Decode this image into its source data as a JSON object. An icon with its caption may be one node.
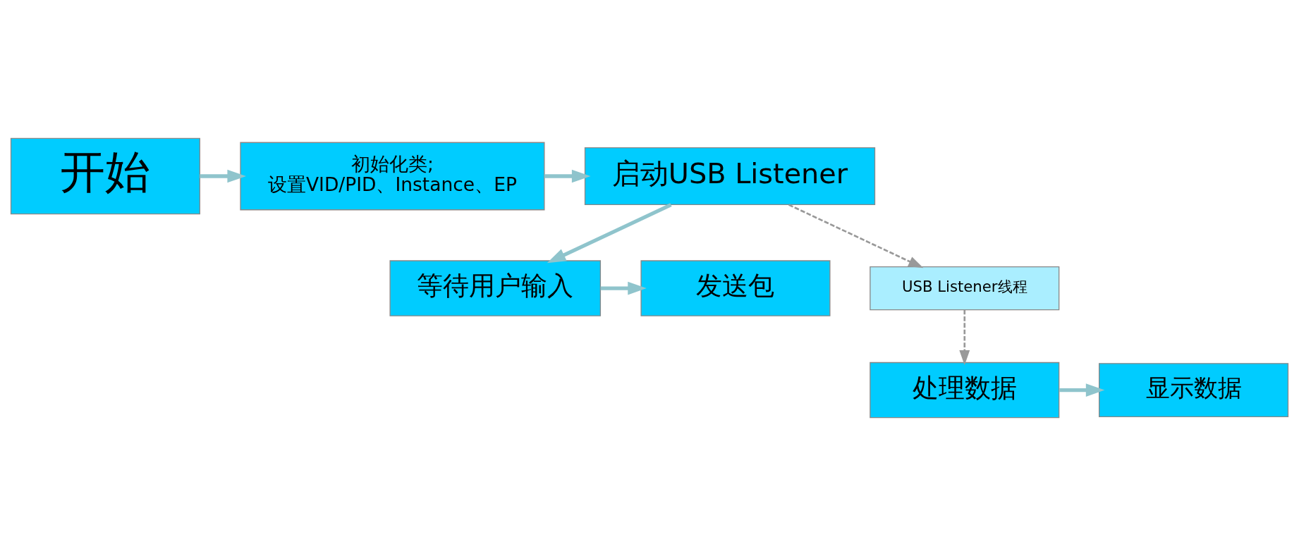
{
  "diagram": {
    "nodes": [
      {
        "text": [
          "开始"
        ]
      },
      {
        "text": [
          "初始化类;",
          "设置VID/PID、Instance、EP"
        ]
      },
      {
        "text": [
          "启动USB Listener"
        ]
      },
      {
        "text": [
          "等待用户输入"
        ]
      },
      {
        "text": [
          "发送包"
        ]
      },
      {
        "text": [
          "USB Listener线程"
        ]
      },
      {
        "text": [
          "处理数据"
        ]
      },
      {
        "text": [
          "显示数据"
        ]
      }
    ],
    "edges": [
      {
        "from": 0,
        "to": 1,
        "arrow": "to"
      },
      {
        "from": 1,
        "to": 2,
        "arrow": "to"
      },
      {
        "from": 2,
        "to": 3,
        "arrow": "to"
      },
      {
        "from": 3,
        "to": 4,
        "arrow": "to"
      },
      {
        "from": 2,
        "to": 5,
        "arrow": "to",
        "style": "dashed"
      },
      {
        "from": 5,
        "to": 6,
        "arrow": "to",
        "style": "dashed"
      },
      {
        "from": 6,
        "to": 7,
        "arrow": "to"
      }
    ]
  }
}
